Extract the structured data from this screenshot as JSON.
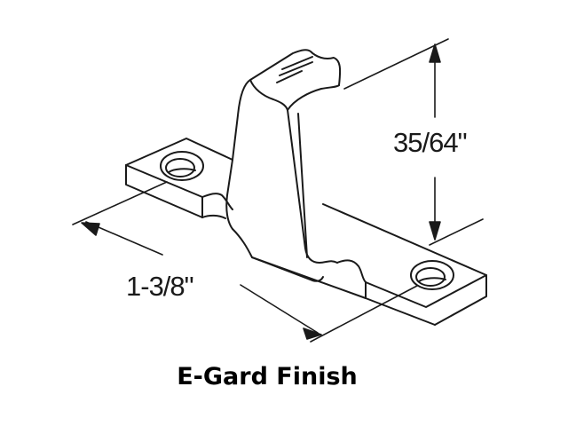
{
  "diagram": {
    "subject": "strike-bracket-hardware",
    "line_color": "#1a1a1a",
    "background_color": "#ffffff",
    "dimensions": {
      "height_label": "35/64\"",
      "length_label": "1-3/8\""
    },
    "caption": "E-Gard Finish"
  }
}
